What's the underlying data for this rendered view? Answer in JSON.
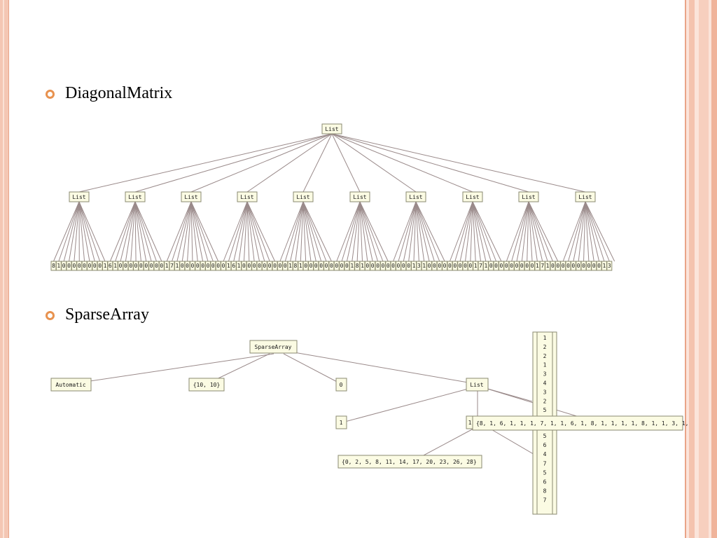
{
  "slide": {
    "sections": [
      {
        "title": "DiagonalMatrix"
      },
      {
        "title": "SparseArray"
      }
    ]
  },
  "colors": {
    "bullet": "#e8924f",
    "node_fill": "#fbfbe3",
    "edge": "#9a8a8a"
  },
  "diagonal_tree": {
    "root_label": "List",
    "row_labels": [
      "List",
      "List",
      "List",
      "List",
      "List",
      "List",
      "List",
      "List",
      "List",
      "List"
    ],
    "leaves": "8100000000161000000000171000000000161000000000181000000000181000000000131000000000171000000000171000000000013"
  },
  "sparse_tree": {
    "root": "SparseArray",
    "children": [
      "Automatic",
      "{10, 10}",
      "0",
      "List"
    ],
    "list_children": [
      "1",
      "1"
    ],
    "row_pointers": "{0, 2, 5, 8, 11, 14, 17, 20, 23, 26, 28}",
    "values": "{8, 1, 6, 1, 1, 1, 7, 1, 1, 6, 1, 8, 1, 1, 1, 1, 8, 1, 1, 3, 1,",
    "column_indices_top": [
      "1",
      "2",
      "2",
      "1",
      "3",
      "4",
      "3",
      "2",
      "5"
    ],
    "column_indices_bottom": [
      "5",
      "6",
      "4",
      "7",
      "5",
      "6",
      "8",
      "7"
    ]
  }
}
